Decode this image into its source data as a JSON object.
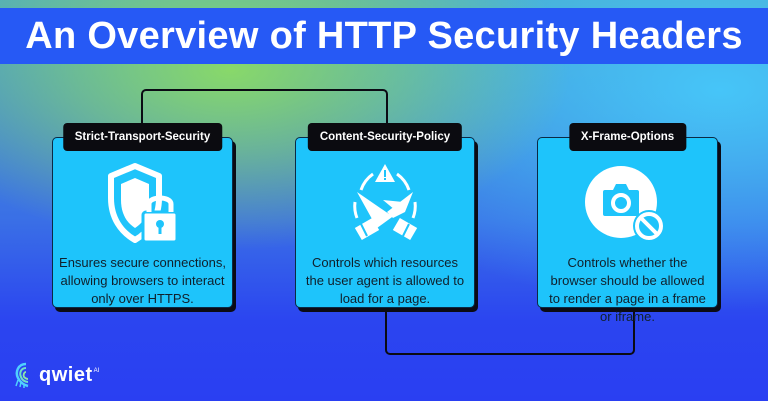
{
  "header": {
    "title": "An Overview of HTTP Security Headers"
  },
  "cards": [
    {
      "label": "Strict-Transport-Security",
      "icon": "shield-lock-icon",
      "description": "Ensures secure connections, allowing browsers to interact only over HTTPS."
    },
    {
      "label": "Content-Security-Policy",
      "icon": "crossed-hands-warning-icon",
      "description": "Controls which resources the user agent is allowed to load for a page."
    },
    {
      "label": "X-Frame-Options",
      "icon": "camera-blocked-icon",
      "description": "Controls whether the browser should be allowed to render a page in a frame or iframe."
    }
  ],
  "logo": {
    "text": "qwiet",
    "superscript": "AI"
  },
  "colors": {
    "title_bar": "#2659f5",
    "card_bg": "#1ec4fb",
    "label_bg": "#0b0b10",
    "connector": "#0b0b14"
  }
}
